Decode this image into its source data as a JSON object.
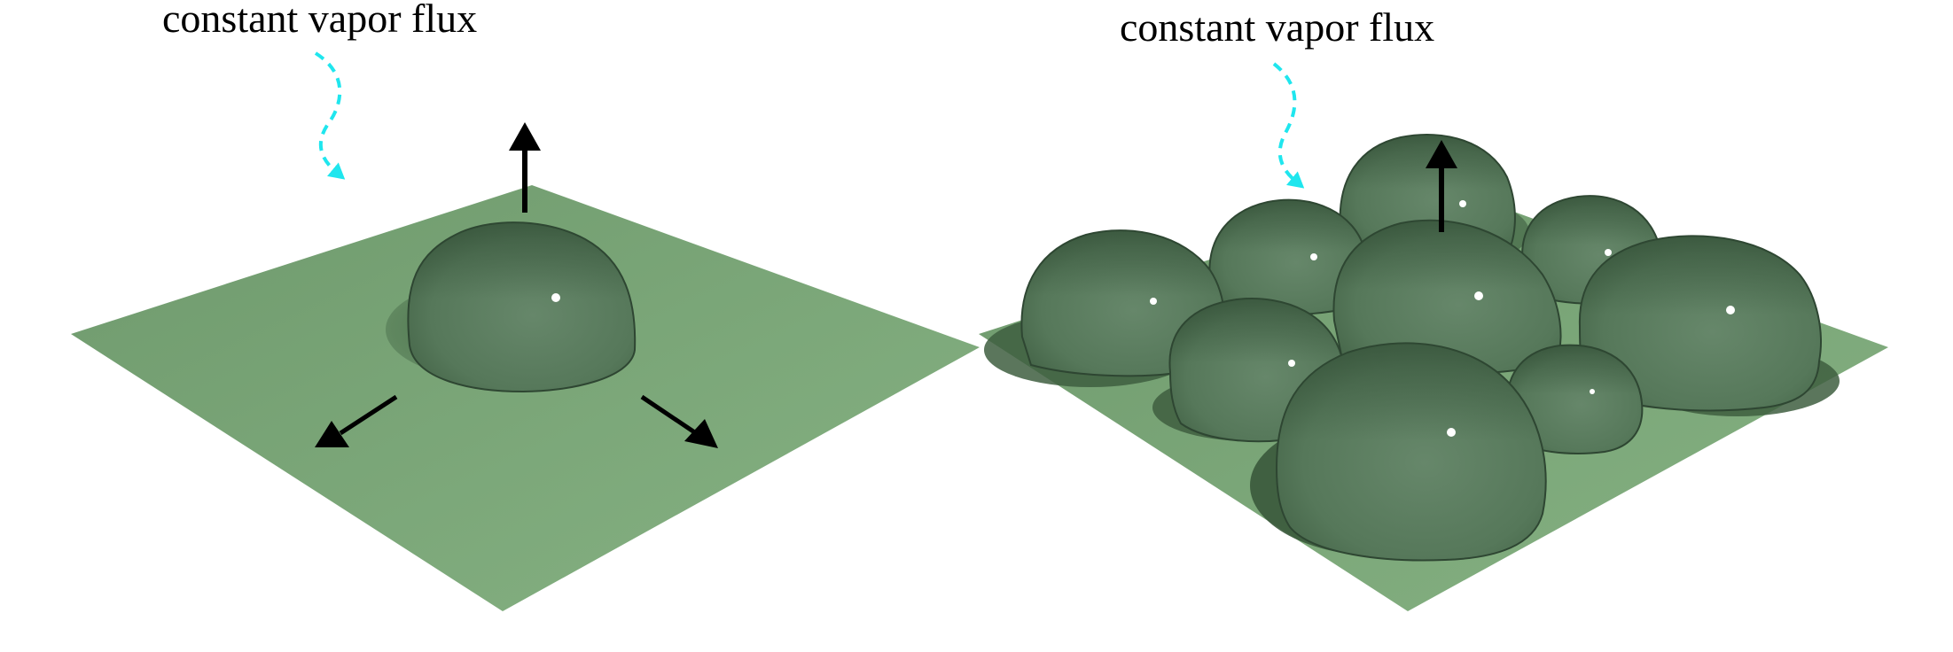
{
  "colors": {
    "plane_top": "#6f9a6d",
    "plane_bottom": "#86b283",
    "droplet_light": "#5f7f5e",
    "droplet_dark": "#3b5a3e",
    "droplet_rim": "#2e4632",
    "shadow": "#3f5f40",
    "flux_arrow": "#1fe6ee",
    "growth_arrow": "#000000",
    "highlight": "#ffffff",
    "background": "#ffffff"
  },
  "panels": [
    {
      "id": "single",
      "flux_label": "constant vapor flux",
      "icons": [
        "vapor-flux-arrow-icon",
        "droplet-icon",
        "growth-arrow-up-icon",
        "spreading-arrow-left-icon",
        "spreading-arrow-right-icon"
      ]
    },
    {
      "id": "array",
      "flux_label": "constant vapor flux",
      "icons": [
        "vapor-flux-arrow-icon",
        "droplet-icon",
        "growth-arrow-up-icon"
      ]
    }
  ]
}
